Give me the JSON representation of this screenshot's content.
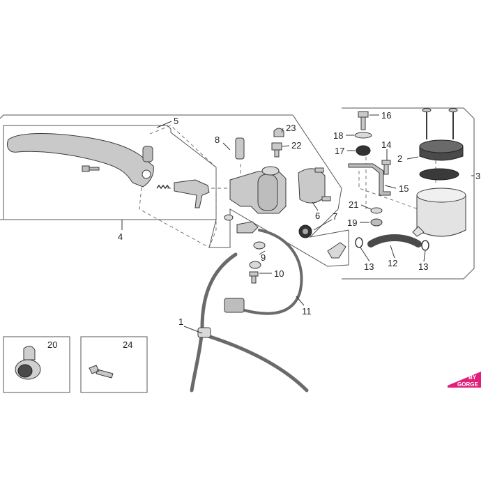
{
  "diagram": {
    "callouts": {
      "c1": "1",
      "c2": "2",
      "c3": "3",
      "c4": "4",
      "c5": "5",
      "c6": "6",
      "c7": "7",
      "c8": "8",
      "c9": "9",
      "c10": "10",
      "c11": "11",
      "c12": "12",
      "c13a": "13",
      "c13b": "13",
      "c14": "14",
      "c15": "15",
      "c16": "16",
      "c17": "17",
      "c18": "18",
      "c19": "19",
      "c20": "20",
      "c21": "21",
      "c22": "22",
      "c23": "23",
      "c24": "24"
    },
    "watermark": {
      "line1": "BY",
      "line2": "GORGE",
      "color": "#e0207a"
    },
    "colors": {
      "part_fill": "#c9c9c9",
      "part_dark": "#4a4a4a",
      "hose": "#6a6a6a"
    }
  }
}
